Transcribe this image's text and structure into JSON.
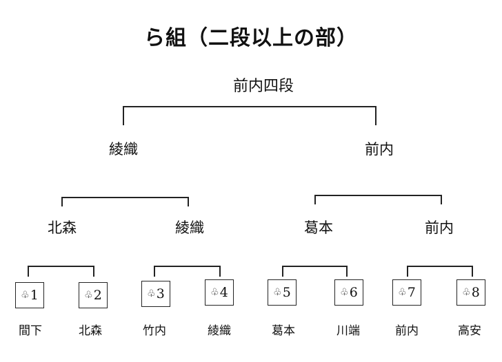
{
  "title": "ら組（二段以上の部）",
  "winner": "前内四段",
  "round2": [
    "綾織",
    "前内"
  ],
  "round1": [
    "北森",
    "綾織",
    "葛本",
    "前内"
  ],
  "seeds": [
    {
      "mark": "♧",
      "num": "1",
      "name": "間下"
    },
    {
      "mark": "♧",
      "num": "2",
      "name": "北森"
    },
    {
      "mark": "♧",
      "num": "3",
      "name": "竹内"
    },
    {
      "mark": "♧",
      "num": "4",
      "name": "綾織"
    },
    {
      "mark": "♧",
      "num": "5",
      "name": "葛本"
    },
    {
      "mark": "♧",
      "num": "6",
      "name": "川端"
    },
    {
      "mark": "♧",
      "num": "7",
      "name": "前内"
    },
    {
      "mark": "♧",
      "num": "8",
      "name": "高安"
    }
  ]
}
